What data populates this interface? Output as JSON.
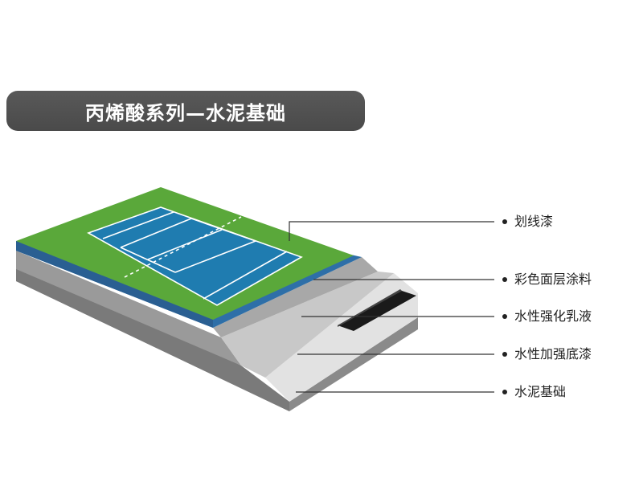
{
  "title": "丙烯酸系列—水泥基础",
  "layers": [
    {
      "label": "划线漆",
      "color": "#ffffff"
    },
    {
      "label": "彩色面层涂料",
      "color": "#2e6fa8"
    },
    {
      "label": "水性强化乳液",
      "color": "#9a9a9a"
    },
    {
      "label": "水性加强底漆",
      "color": "#bdbdbd"
    },
    {
      "label": "水泥基础",
      "color": "#d8d8d8"
    }
  ],
  "colors": {
    "court_green": "#5aa83a",
    "court_blue": "#1f7cb0",
    "layer_blue": "#2e6fa8",
    "black_layer": "#1a1a1a"
  }
}
